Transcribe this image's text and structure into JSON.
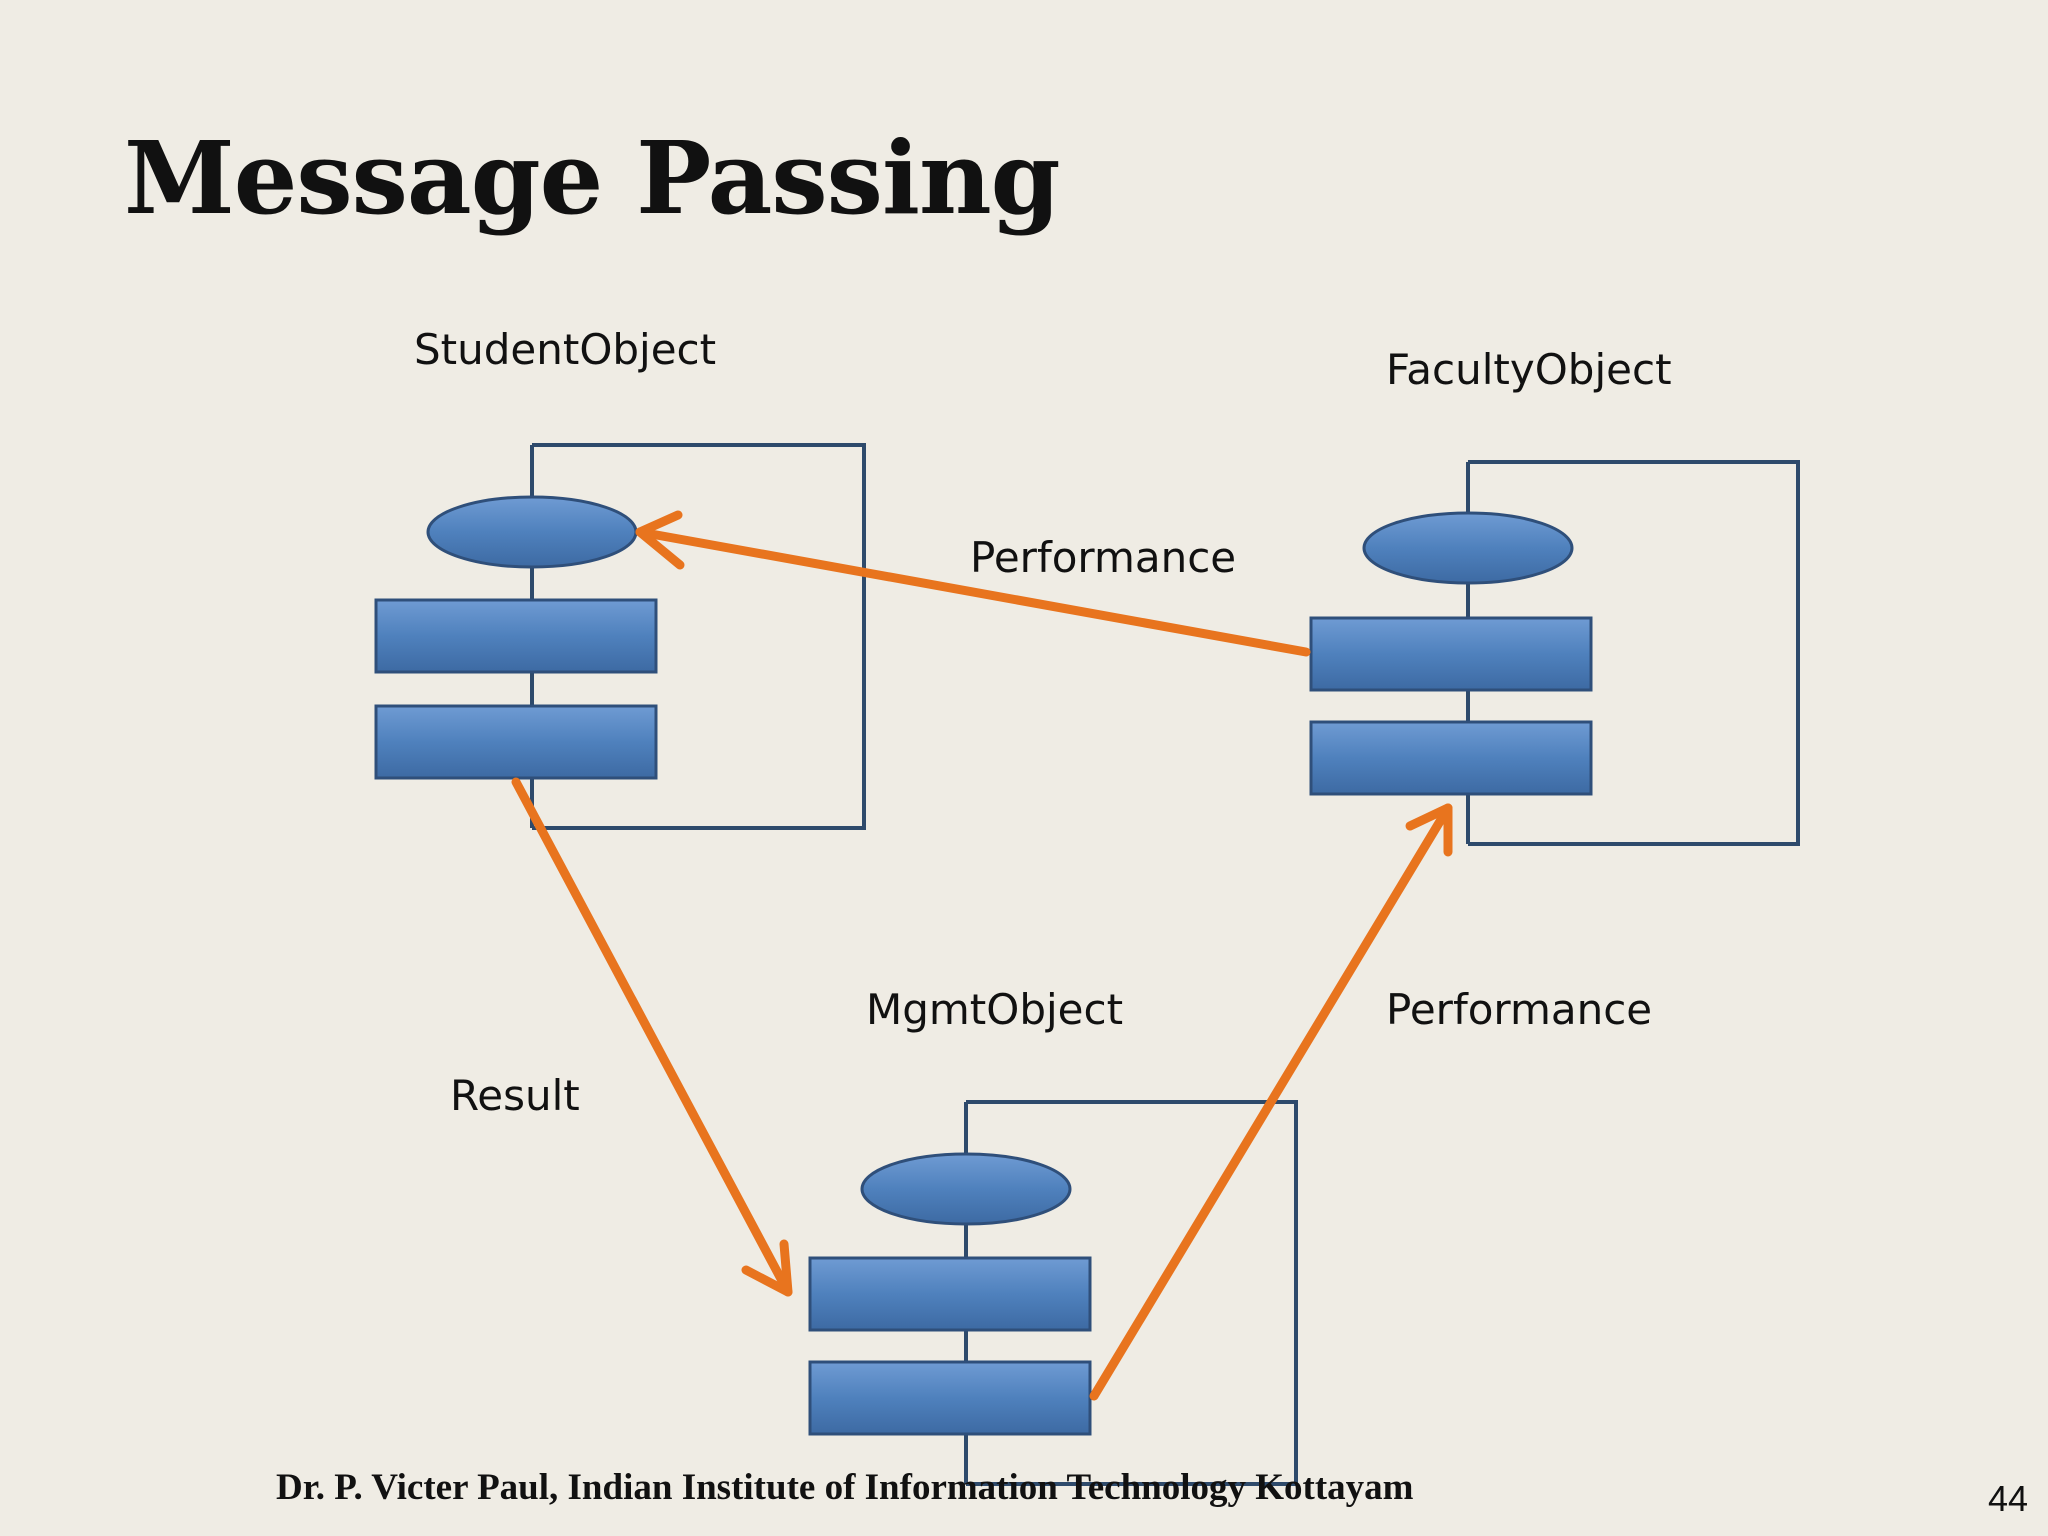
{
  "slide": {
    "title": "Message Passing",
    "footer": "Dr. P. Victer Paul, Indian Institute of Information Technology Kottayam",
    "page_number": "44"
  },
  "diagram": {
    "objects": [
      {
        "id": "student",
        "label": "StudentObject"
      },
      {
        "id": "faculty",
        "label": "FacultyObject"
      },
      {
        "id": "mgmt",
        "label": "MgmtObject"
      }
    ],
    "messages": [
      {
        "from": "faculty",
        "to": "student",
        "label": "Performance"
      },
      {
        "from": "student",
        "to": "mgmt",
        "label": "Result"
      },
      {
        "from": "mgmt",
        "to": "faculty",
        "label": "Performance"
      }
    ]
  },
  "colors": {
    "background": "#efece4",
    "object_fill": "#4f81bd",
    "object_stroke": "#2f4f7a",
    "frame": "#2e4a6b",
    "arrow": "#e8741e"
  }
}
